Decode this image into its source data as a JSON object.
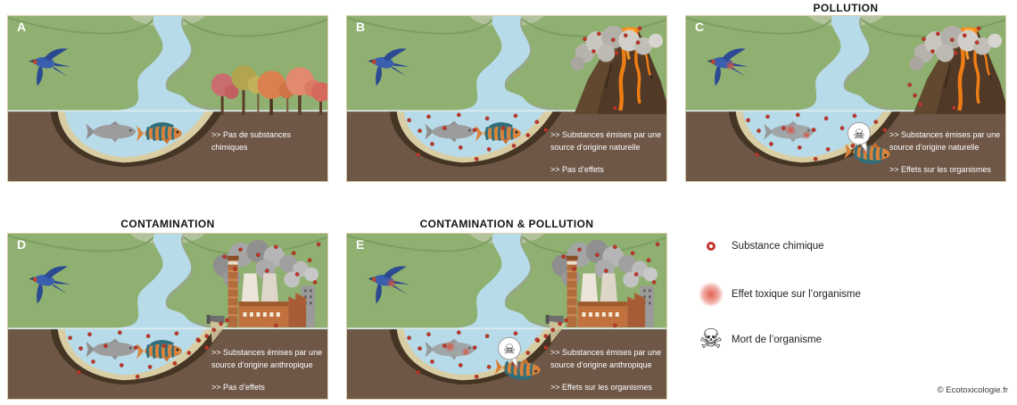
{
  "figure": {
    "panels": [
      {
        "label": "A",
        "title": "",
        "captions": [
          ">> Pas de substances chimiques"
        ]
      },
      {
        "label": "B",
        "title": "",
        "captions": [
          ">> Substances émises par une source d’origine naturelle",
          ">> Pas d’effets"
        ]
      },
      {
        "label": "C",
        "title": "POLLUTION",
        "captions": [
          ">> Substances émises par une source d’origine naturelle",
          ">> Effets sur les organismes"
        ]
      },
      {
        "label": "D",
        "title": "CONTAMINATION",
        "captions": [
          ">> Substances émises par une source d’origine anthropique",
          ">> Pas d’effets"
        ]
      },
      {
        "label": "E",
        "title": "CONTAMINATION & POLLUTION",
        "captions": [
          ">> Substances émises par une source d’origine anthropique",
          ">> Effets sur les organismes"
        ]
      }
    ],
    "legend": {
      "items": [
        {
          "icon": "chemical-substance-dot-icon",
          "label": "Substance chimique"
        },
        {
          "icon": "toxic-effect-blur-icon",
          "label": "Effet toxique sur l’organisme"
        },
        {
          "icon": "skull-crossbones-icon",
          "label": "Mort de l’organisme"
        }
      ],
      "copyright": "© Ecotoxicologie.fr"
    },
    "colors": {
      "grass": "#8fb070",
      "soil": "#6e5747",
      "water": "#b8dbe9",
      "sand": "#d9cda4",
      "pond_rim": "#453524",
      "chemical_dot": "#bf392b",
      "toxic_effect": "#df4838",
      "lava": "#ef7d15",
      "smoke_volcano": "#c6c2bd",
      "smoke_factory": "#9b9b9b",
      "bird_blue": "#3a5fae",
      "fish_gray": "#9c9c9c",
      "fish_orange": "#d7833c",
      "fish_stripe": "#2f6f7c",
      "panel_border": "#d9cbaa",
      "title_text": "#151515",
      "caption_text": "#ffffff"
    }
  }
}
